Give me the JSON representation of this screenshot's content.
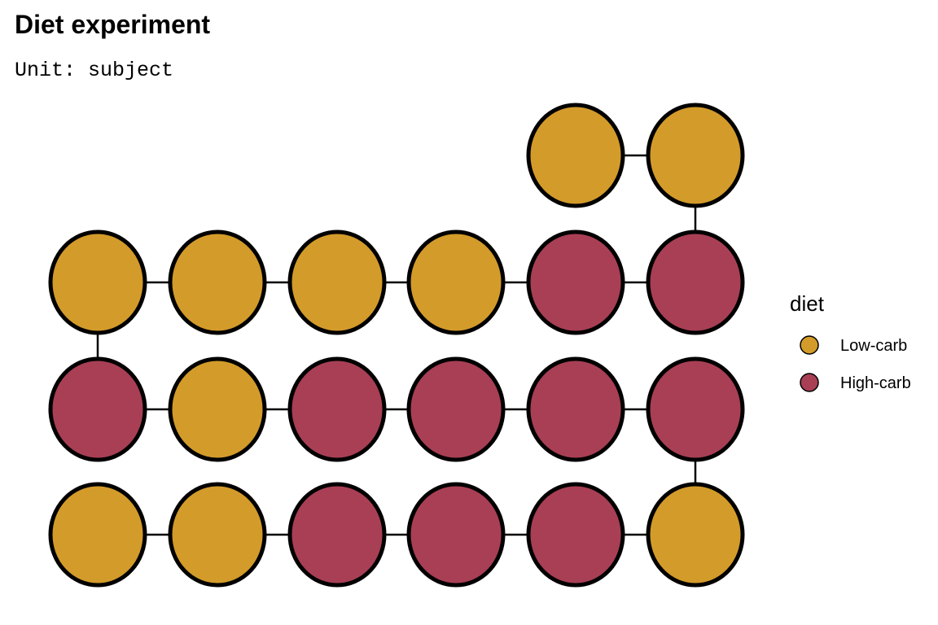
{
  "title": "Diet experiment",
  "subtitle": "Unit: subject",
  "legend": {
    "title": "diet",
    "items": [
      {
        "key": "low",
        "label": "Low-carb",
        "color": "#D39B2A"
      },
      {
        "key": "high",
        "label": "High-carb",
        "color": "#A83F55"
      }
    ]
  },
  "grid": {
    "rows": [
      [
        "",
        "",
        "",
        "",
        "low",
        "low"
      ],
      [
        "low",
        "low",
        "low",
        "low",
        "high",
        "high"
      ],
      [
        "high",
        "low",
        "high",
        "high",
        "high",
        "high"
      ],
      [
        "low",
        "low",
        "high",
        "high",
        "high",
        "low"
      ]
    ],
    "vertical_links": [
      {
        "from_row": 0,
        "to_row": 1,
        "col": 5
      },
      {
        "from_row": 1,
        "to_row": 2,
        "col": 0
      },
      {
        "from_row": 2,
        "to_row": 3,
        "col": 5
      }
    ]
  },
  "colors": {
    "outline": "#000000",
    "connector": "#000000"
  }
}
